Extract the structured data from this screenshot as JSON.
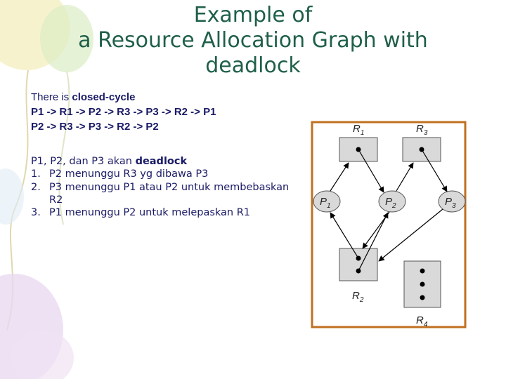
{
  "title": {
    "line1": "Example of",
    "line2": "a Resource Allocation Graph with",
    "line3": "deadlock"
  },
  "cycle_text": {
    "intro_prefix": "There is ",
    "intro_bold": "closed-cycle",
    "cycle1": "P1 -> R1 -> P2 -> R3 -> P3 -> R2 -> P1",
    "cycle2": "P2 -> R3 -> P3 -> R2 -> P2"
  },
  "notes": {
    "line1_prefix": "P1, P2, dan P3 akan ",
    "line1_bold": "deadlock",
    "items": [
      {
        "num": "1.",
        "text": "P2 menunggu R3 yg dibawa P3"
      },
      {
        "num": "2.",
        "text": "P3 menunggu P1 atau P2 untuk membebaskan R2"
      },
      {
        "num": "3.",
        "text": "P1 menunggu P2 untuk melepaskan R1"
      }
    ]
  },
  "graph": {
    "frame_color": "#c07020",
    "resources": {
      "R1": "R",
      "R1_sub": "1",
      "R2": "R",
      "R2_sub": "2",
      "R3": "R",
      "R3_sub": "3",
      "R4": "R",
      "R4_sub": "4"
    },
    "processes": {
      "P1": "P",
      "P1_sub": "1",
      "P2": "P",
      "P2_sub": "2",
      "P3": "P",
      "P3_sub": "3"
    }
  }
}
